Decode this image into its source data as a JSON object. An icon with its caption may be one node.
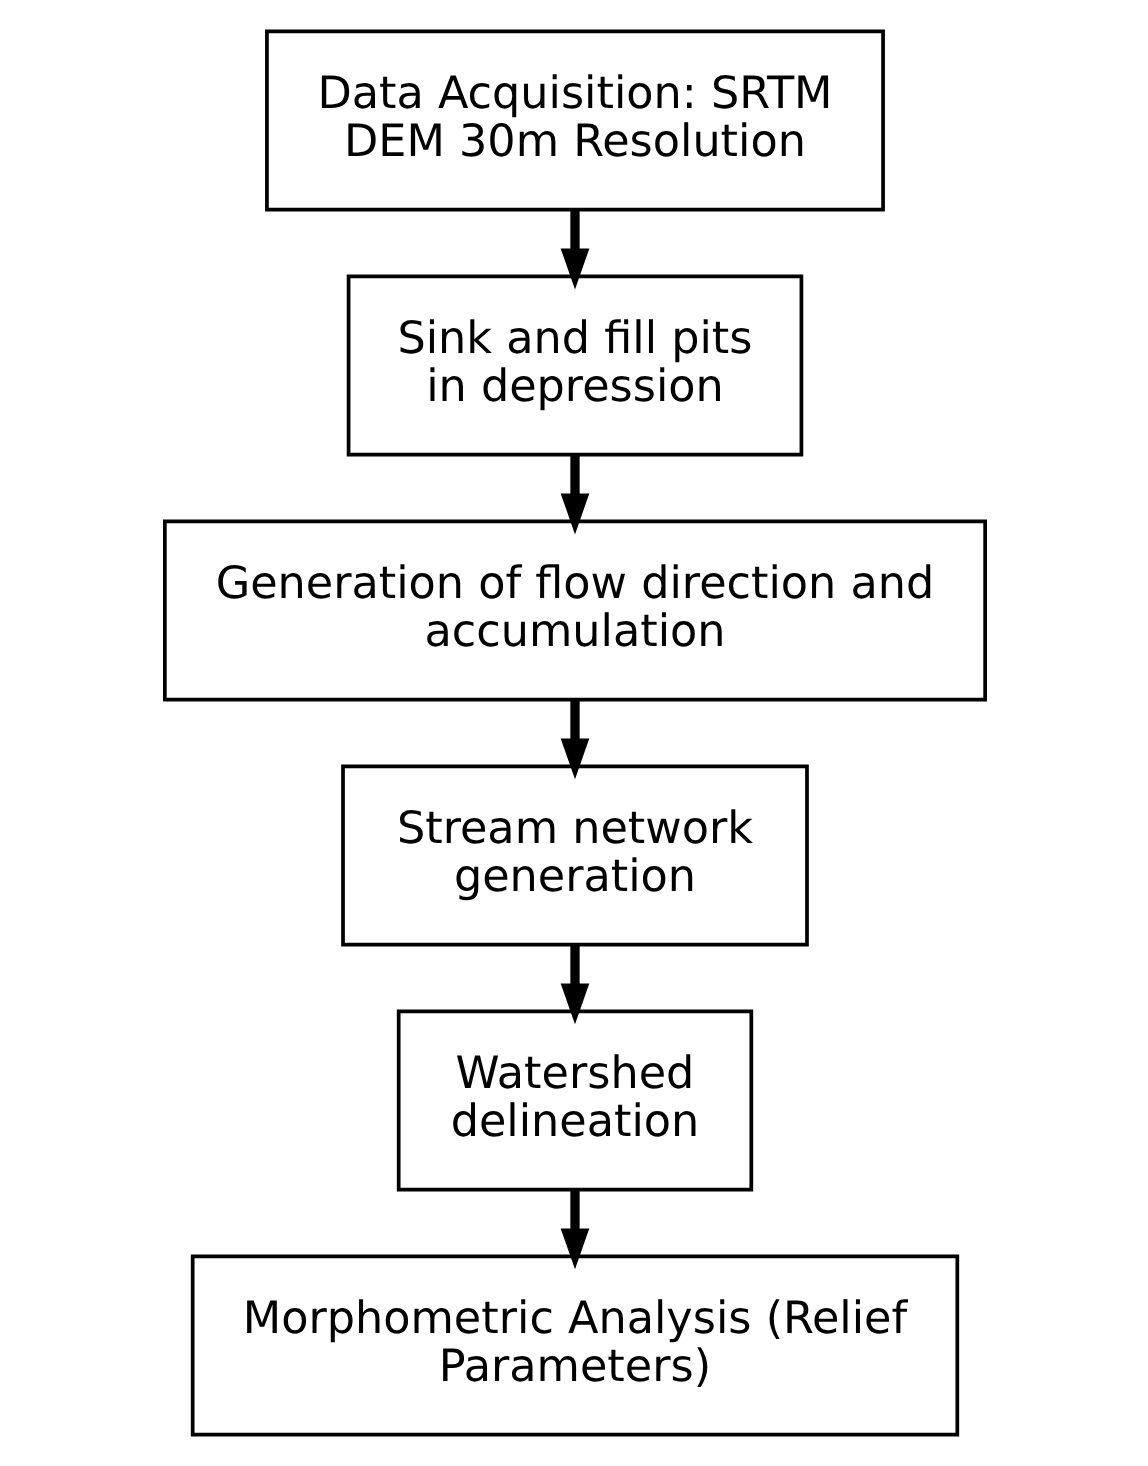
{
  "diagram": {
    "nodes": [
      {
        "text": [
          "Data Acquisition: SRTM DEM 30m Resolution"
        ]
      },
      {
        "text": [
          "Sink and fill pits in depression"
        ]
      },
      {
        "text": [
          "Generation of flow direction and accumulation"
        ]
      },
      {
        "text": [
          "Stream network generation"
        ]
      },
      {
        "text": [
          "Watershed delineation"
        ]
      },
      {
        "text": [
          "Morphometric Analysis (Relief Parameters)"
        ]
      }
    ],
    "edges": [
      {
        "from": 0,
        "to": 1,
        "arrow": "to"
      },
      {
        "from": 1,
        "to": 2,
        "arrow": "to"
      },
      {
        "from": 2,
        "to": 3,
        "arrow": "to"
      },
      {
        "from": 3,
        "to": 4,
        "arrow": "to"
      },
      {
        "from": 4,
        "to": 5,
        "arrow": "to"
      }
    ]
  }
}
